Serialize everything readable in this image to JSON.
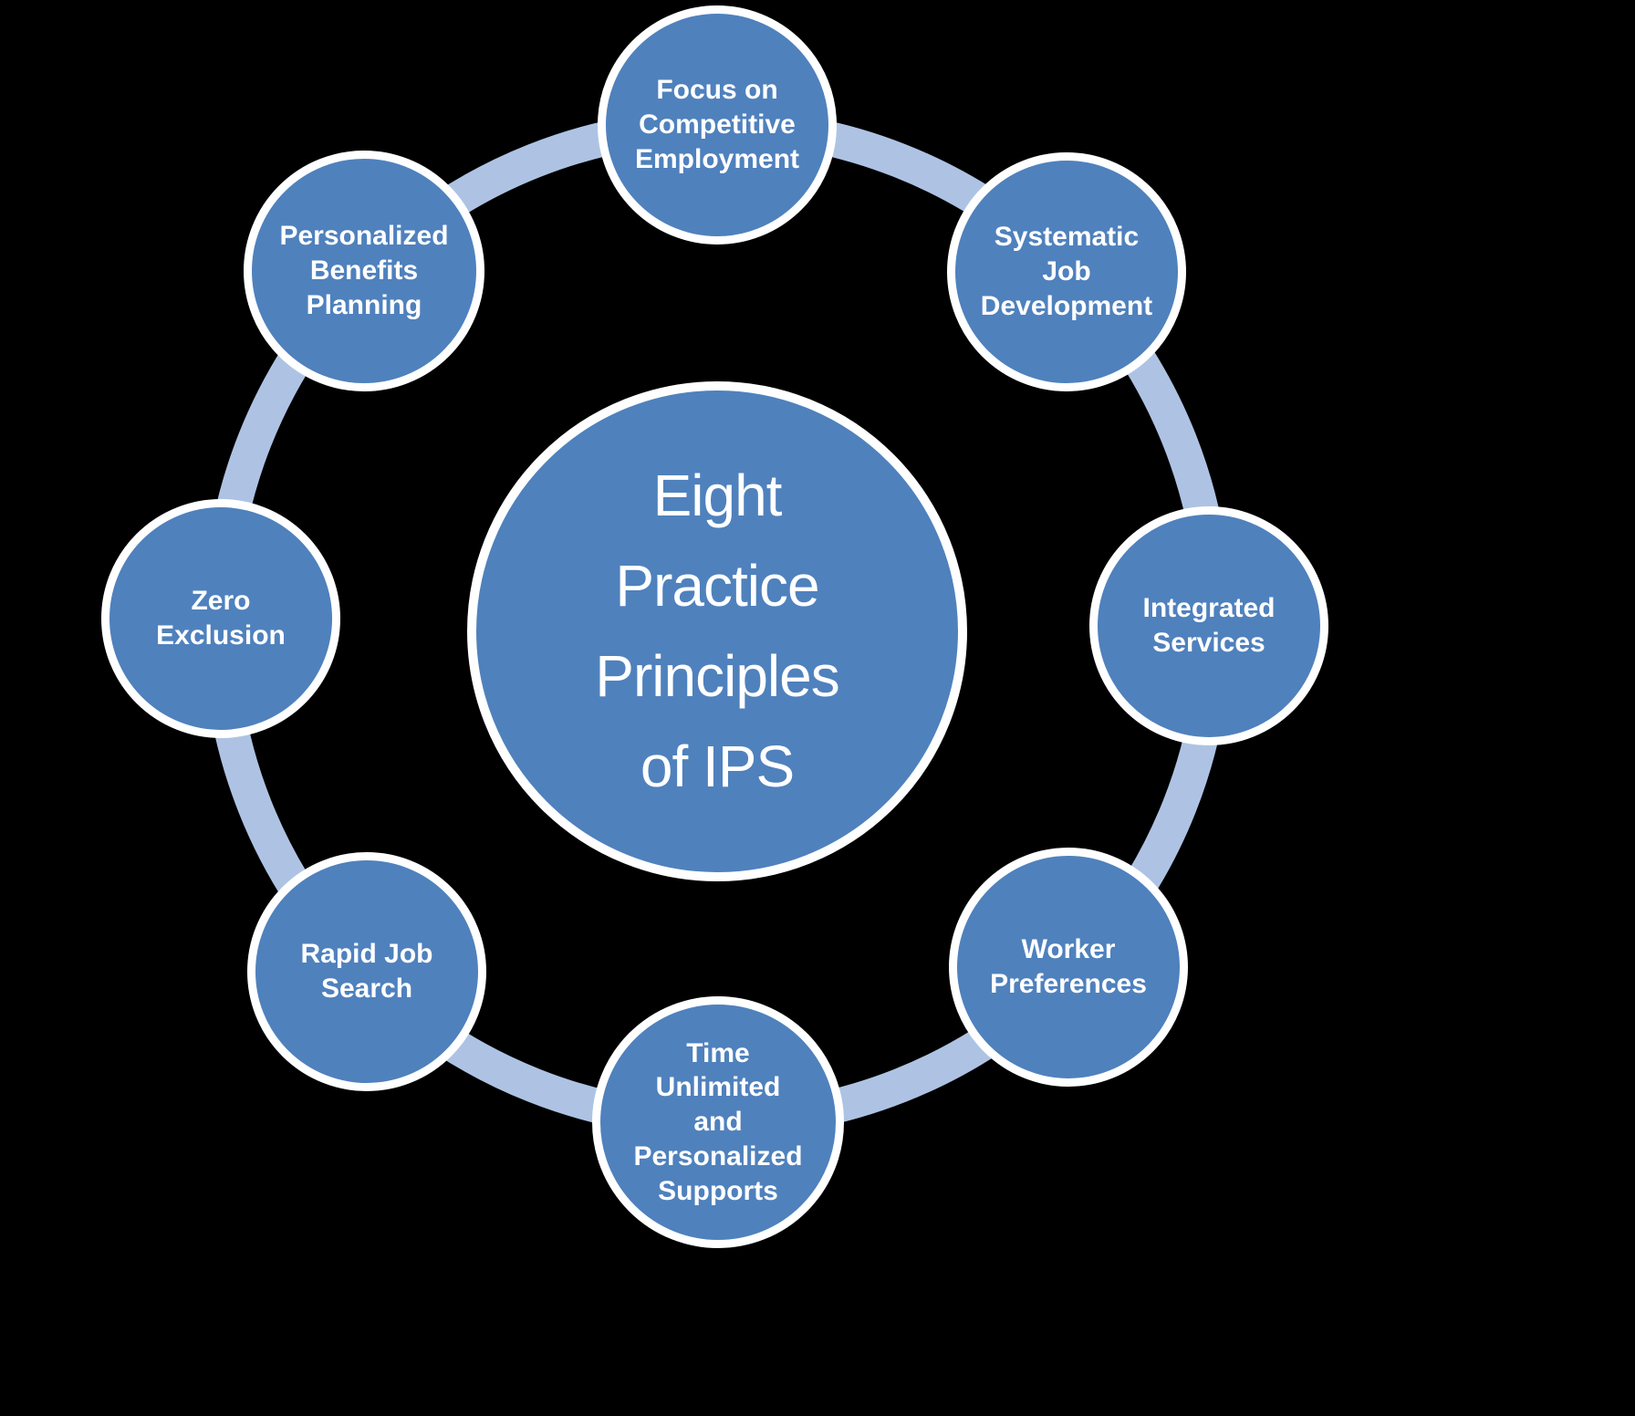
{
  "diagram_title": "Eight Practice Principles of IPS",
  "colors": {
    "background": "#000000",
    "ring": "#aec3e3",
    "node_fill": "#4f81bd",
    "node_border": "#ffffff",
    "text": "#ffffff"
  },
  "center": {
    "label": "Eight Practice Principles of IPS",
    "lines": [
      "Eight",
      "Practice",
      "Principles",
      "of IPS"
    ]
  },
  "satellites": [
    {
      "label": "Focus on Competitive Employment",
      "lines": [
        "Focus on",
        "Competitive",
        "Employment"
      ]
    },
    {
      "label": "Systematic Job Development",
      "lines": [
        "Systematic",
        "Job",
        "Development"
      ]
    },
    {
      "label": "Integrated Services",
      "lines": [
        "Integrated",
        "Services"
      ]
    },
    {
      "label": "Worker Preferences",
      "lines": [
        "Worker",
        "Preferences"
      ]
    },
    {
      "label": "Time Unlimited and Personalized Supports",
      "lines": [
        "Time",
        "Unlimited",
        "and",
        "Personalized",
        "Supports"
      ]
    },
    {
      "label": "Rapid Job Search",
      "lines": [
        "Rapid Job",
        "Search"
      ]
    },
    {
      "label": "Zero Exclusion",
      "lines": [
        "Zero",
        "Exclusion"
      ]
    },
    {
      "label": "Personalized Benefits Planning",
      "lines": [
        "Personalized",
        "Benefits",
        "Planning"
      ]
    }
  ]
}
